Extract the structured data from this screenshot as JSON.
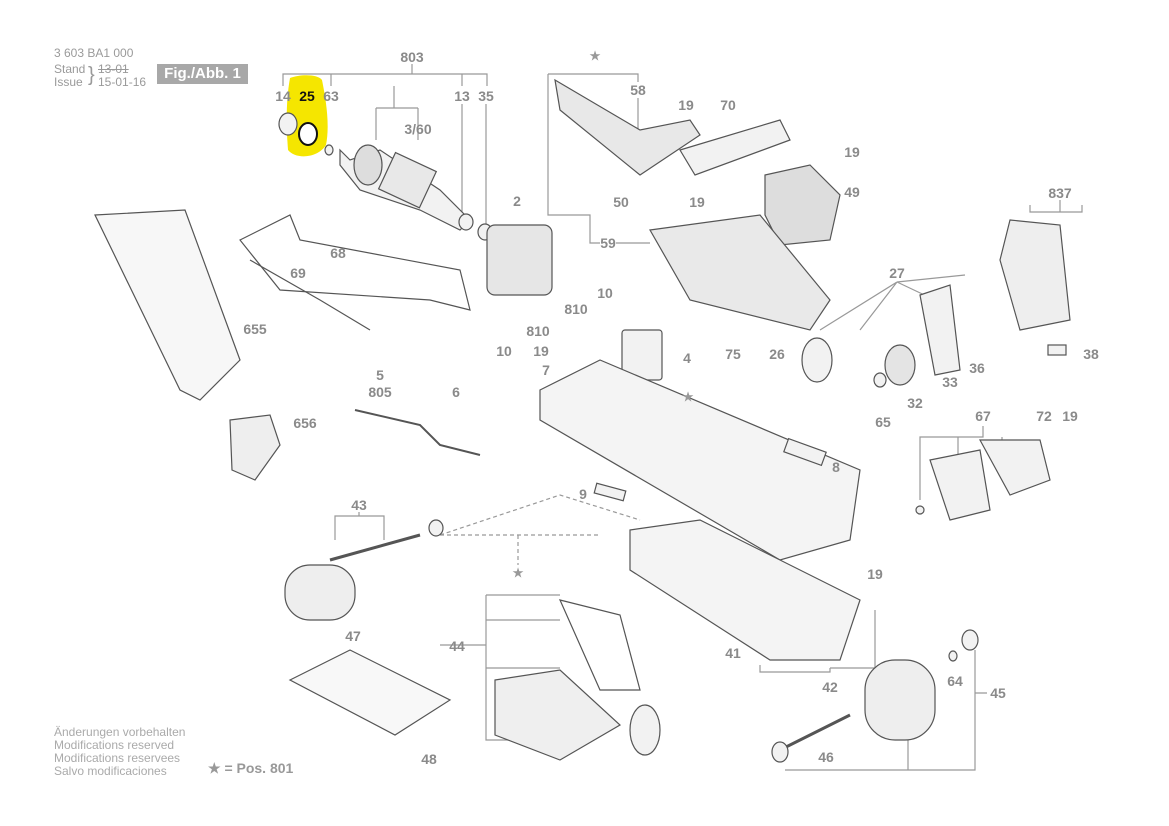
{
  "header": {
    "part_number": "3 603 BA1 000",
    "stand_label": "Stand",
    "issue_label": "Issue",
    "stand_date_struck": "13-01",
    "issue_date": "15-01-16",
    "figure": "Fig./Abb. 1"
  },
  "highlight": {
    "part": "25",
    "color": "#f5e600"
  },
  "labels": [
    "803",
    "14",
    "25",
    "63",
    "13",
    "35",
    "3/60",
    "2",
    "68",
    "69",
    "655",
    "656",
    "5",
    "805",
    "6",
    "58",
    "19",
    "70",
    "19",
    "49",
    "50",
    "19",
    "59",
    "837",
    "10",
    "810",
    "810",
    "10",
    "19",
    "4",
    "7",
    "75",
    "26",
    "27",
    "36",
    "38",
    "33",
    "32",
    "65",
    "67",
    "72",
    "19",
    "8",
    "9",
    "43",
    "19",
    "47",
    "44",
    "41",
    "42",
    "64",
    "45",
    "46",
    "48"
  ],
  "footer": {
    "lines": [
      "Änderungen vorbehalten",
      "Modifications reserved",
      "Modifications reservees",
      "Salvo modificaciones"
    ],
    "star_legend": "★ = Pos. 801"
  },
  "star_symbol": "★"
}
